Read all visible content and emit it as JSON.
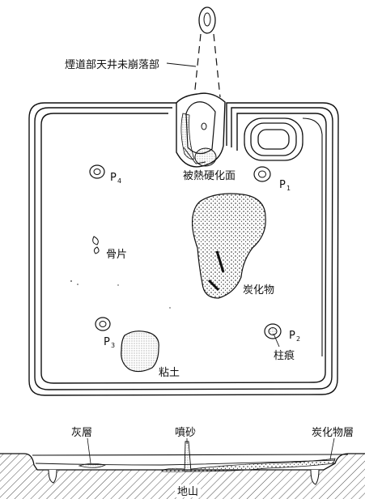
{
  "labels": {
    "flue_ceiling": "煙道部天井未崩落部",
    "heat_hardened": "被熱硬化面",
    "p4": "P",
    "p4_sub": "4",
    "p1": "P",
    "p1_sub": "1",
    "p2": "P",
    "p2_sub": "2",
    "p3": "P",
    "p3_sub": "3",
    "bone": "骨片",
    "charcoal": "炭化物",
    "post_trace": "柱痕",
    "clay": "粘土"
  },
  "section": {
    "ash_layer": "灰層",
    "spouted_sand": "噴砂",
    "charcoal_layer": "炭化物層",
    "subsoil": "地山"
  }
}
